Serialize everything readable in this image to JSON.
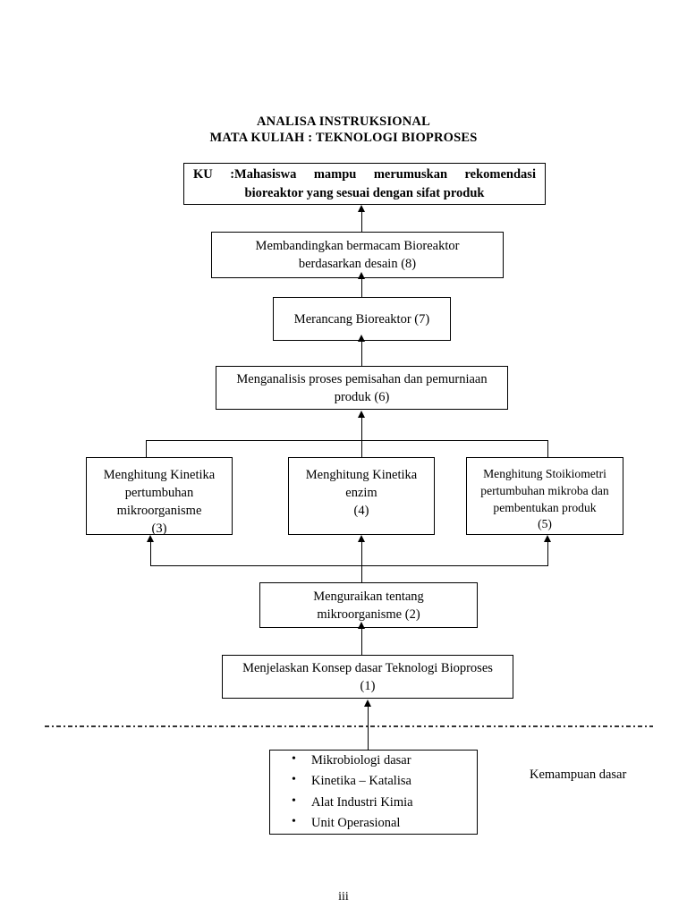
{
  "document": {
    "title_line_1": "ANALISA INSTRUKSIONAL",
    "title_line_2": "MATA KULIAH : TEKNOLOGI BIOPROSES",
    "page_number": "iii"
  },
  "boxes": {
    "ku": {
      "code": "KU",
      "line1": ":Mahasiswa    mampu    merumuskan    rekomendasi",
      "line1_words": [
        ":Mahasiswa",
        "mampu",
        "merumuskan",
        "rekomendasi"
      ],
      "line2": "bioreaktor yang sesuai dengan sifat produk"
    },
    "b8": {
      "line1": "Membandingkan bermacam Bioreaktor",
      "line2": "berdasarkan desain (8)",
      "number": "8"
    },
    "b7": {
      "line1": "Merancang Bioreaktor  (7)",
      "number": "7"
    },
    "b6": {
      "line1": "Menganalisis proses pemisahan dan pemurniaan",
      "line2": "produk (6)",
      "number": "6"
    },
    "b3": {
      "line1": "Menghitung Kinetika",
      "line2": "pertumbuhan",
      "line3": "mikroorganisme",
      "line4": "(3)",
      "number": "3"
    },
    "b4": {
      "line1": "Menghitung Kinetika",
      "line2": "enzim",
      "line3": "(4)",
      "number": "4"
    },
    "b5": {
      "line1": "Menghitung Stoikiometri",
      "line2": "pertumbuhan mikroba dan",
      "line3": "pembentukan produk",
      "line4": "(5)",
      "number": "5"
    },
    "b2": {
      "line1": "Menguraikan tentang",
      "line2": "mikroorganisme  (2)",
      "number": "2"
    },
    "b1": {
      "line1": "Menjelaskan Konsep dasar Teknologi Bioproses",
      "line2": "(1)",
      "number": "1"
    }
  },
  "prerequisites": {
    "items": [
      "Mikrobiologi dasar",
      "Kinetika – Katalisa",
      "Alat Industri Kimia",
      "Unit Operasional"
    ]
  },
  "labels": {
    "kemampuan_dasar": "Kemampuan dasar"
  },
  "colors": {
    "ink": "#000000",
    "page_background": "#ffffff",
    "separator": "#333333"
  }
}
